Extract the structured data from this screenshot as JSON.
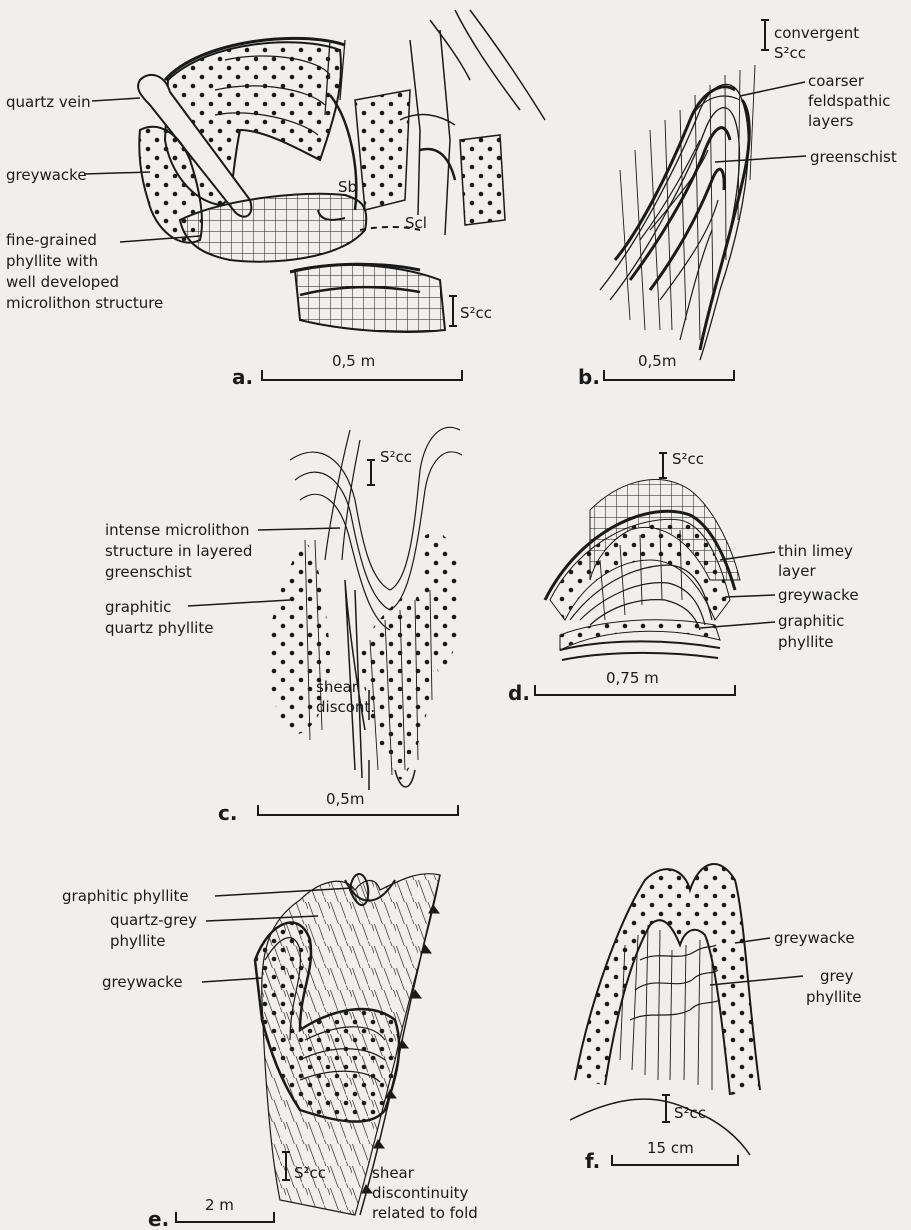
{
  "panels": {
    "a": {
      "letter": "a.",
      "scale": "0,5 m",
      "labels": {
        "quartz_vein": "quartz vein",
        "greywacke": "greywacke",
        "phyllite_1": "fine-grained",
        "phyllite_2": "phyllite with",
        "phyllite_3": "well developed",
        "phyllite_4": "microlithon structure",
        "sb": "Sb",
        "scl": "Scl",
        "scc": "S²cc"
      }
    },
    "b": {
      "letter": "b.",
      "scale": "0,5m",
      "labels": {
        "convergent": "convergent",
        "scc": "S²cc",
        "coarser_1": "coarser",
        "coarser_2": "feldspathic",
        "coarser_3": "layers",
        "greenschist": "greenschist"
      }
    },
    "c": {
      "letter": "c.",
      "scale": "0,5m",
      "labels": {
        "scc": "S²cc",
        "intense_1": "intense microlithon",
        "intense_2": "structure in layered",
        "intense_3": "greenschist",
        "graphitic_1": "graphitic",
        "graphitic_2": "quartz phyllite",
        "shear_1": "shear",
        "shear_2": "discont."
      }
    },
    "d": {
      "letter": "d.",
      "scale": "0,75 m",
      "labels": {
        "scc": "S²cc",
        "limey_1": "thin limey",
        "limey_2": "layer",
        "greywacke": "greywacke",
        "graphitic_1": "graphitic",
        "graphitic_2": "phyllite"
      }
    },
    "e": {
      "letter": "e.",
      "scale": "2 m",
      "labels": {
        "graphitic": "graphitic phyllite",
        "qg_1": "quartz-grey",
        "qg_2": "phyllite",
        "greywacke": "greywacke",
        "scc": "S²cc",
        "shear_1": "shear",
        "shear_2": "discontinuity",
        "shear_3": "related to fold"
      }
    },
    "f": {
      "letter": "f.",
      "scale": "15 cm",
      "labels": {
        "greywacke": "greywacke",
        "grey_1": "grey",
        "grey_2": "phyllite",
        "scc": "S²cc"
      }
    }
  },
  "colors": {
    "ink": "#1a1a1a",
    "paper": "#f0efed"
  }
}
